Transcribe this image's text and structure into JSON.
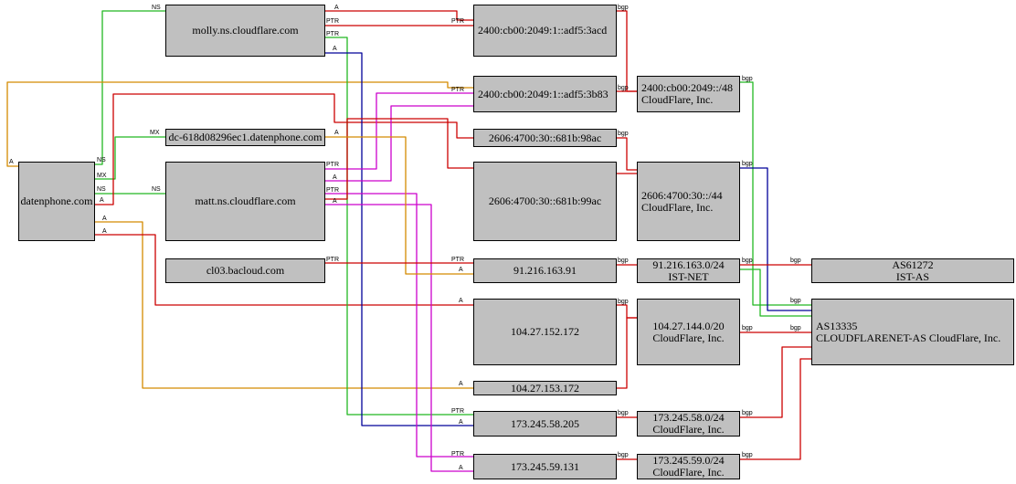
{
  "colors": {
    "ns": "#22b822",
    "mx": "#22b822",
    "a": "#cc0000",
    "aaaa": "#d48a00",
    "ptr": "#cc0000",
    "ptr_blue": "#000099",
    "ptr_magenta": "#cc00cc",
    "bgp": "#cc0000",
    "node_fill": "#c0c0c0"
  },
  "nodes": {
    "datenphone": "datenphone.com",
    "molly": "molly.ns.cloudflare.com",
    "matt": "matt.ns.cloudflare.com",
    "dc": "dc-618d08296ec1.datenphone.com",
    "cl03": "cl03.bacloud.com",
    "ip6_3acd": "2400:cb00:2049:1::adf5:3acd",
    "ip6_3b83": "2400:cb00:2049:1::adf5:3b83",
    "ip6_98ac": "2606:4700:30::681b:98ac",
    "ip6_99ac": "2606:4700:30::681b:99ac",
    "ip_91": "91.216.163.91",
    "ip_104_152": "104.27.152.172",
    "ip_104_153": "104.27.153.172",
    "ip_173_58": "173.245.58.205",
    "ip_173_59": "173.245.59.131",
    "pfx_2400": {
      "line1": "2400:cb00:2049::/48",
      "line2": "CloudFlare, Inc."
    },
    "pfx_2606": {
      "line1": "2606:4700:30::/44",
      "line2": "CloudFlare, Inc."
    },
    "pfx_91": {
      "line1": "91.216.163.0/24",
      "line2": "IST-NET"
    },
    "pfx_104": {
      "line1": "104.27.144.0/20",
      "line2": "CloudFlare, Inc."
    },
    "pfx_173_58": {
      "line1": "173.245.58.0/24",
      "line2": "CloudFlare, Inc."
    },
    "pfx_173_59": {
      "line1": "173.245.59.0/24",
      "line2": "CloudFlare, Inc."
    },
    "as61272": {
      "line1": "AS61272",
      "line2": "IST-AS"
    },
    "as13335": {
      "line1": "AS13335",
      "line2": "CLOUDFLARENET-AS CloudFlare, Inc."
    }
  },
  "edge_labels": {
    "ns": "NS",
    "mx": "MX",
    "a": "A",
    "ptr": "PTR",
    "bgp": "bgp"
  }
}
